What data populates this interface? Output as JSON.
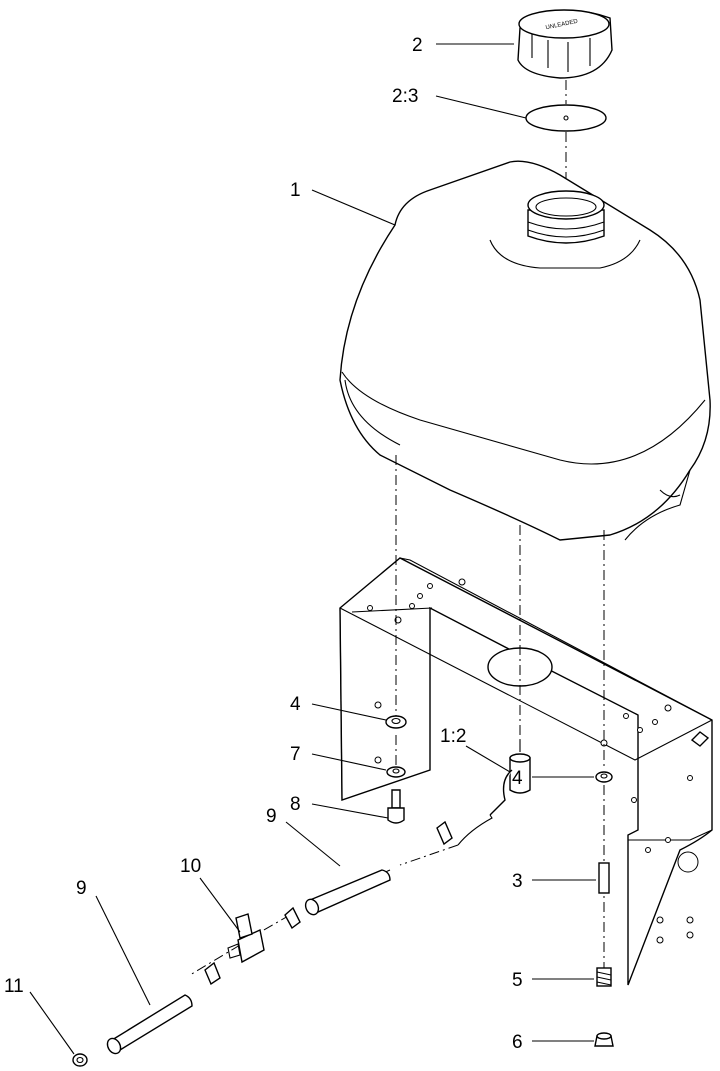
{
  "callouts": {
    "c1": "1",
    "c2": "2",
    "c2_3": "2:3",
    "c1_2": "1:2",
    "c3": "3",
    "c4a": "4",
    "c4b": "4",
    "c5": "5",
    "c6": "6",
    "c7": "7",
    "c8": "8",
    "c9a": "9",
    "c9b": "9",
    "c10": "10",
    "c11": "11"
  },
  "cap_text": "UNLEADED"
}
